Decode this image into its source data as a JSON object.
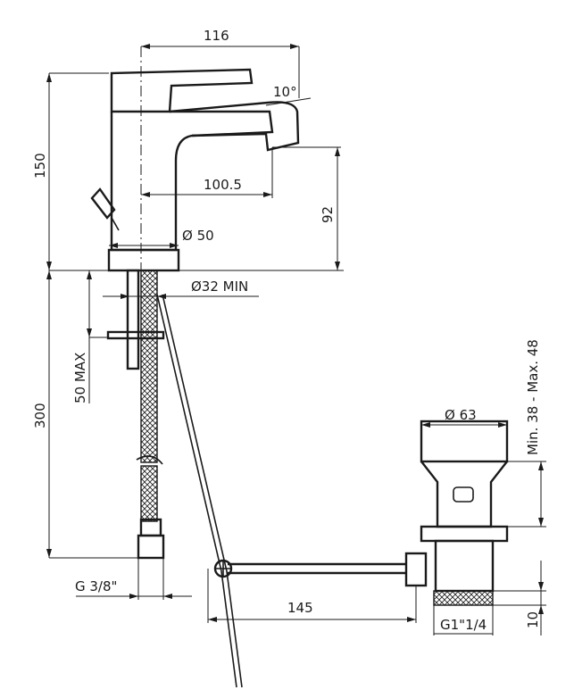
{
  "dimensions": {
    "width_top": "116",
    "angle": "10°",
    "total_height": "150",
    "reach": "100.5",
    "spout_height": "92",
    "base_diameter": "Ø 50",
    "hole_diameter": "Ø32 MIN",
    "max_thickness": "50 MAX",
    "hose_length": "300",
    "connection_thread": "G 3/8\"",
    "rod_length": "145",
    "waste_diameter": "Ø 63",
    "waste_range": "Min. 38 - Max. 48",
    "waste_thread": "G1\"1/4",
    "waste_lip": "10"
  }
}
